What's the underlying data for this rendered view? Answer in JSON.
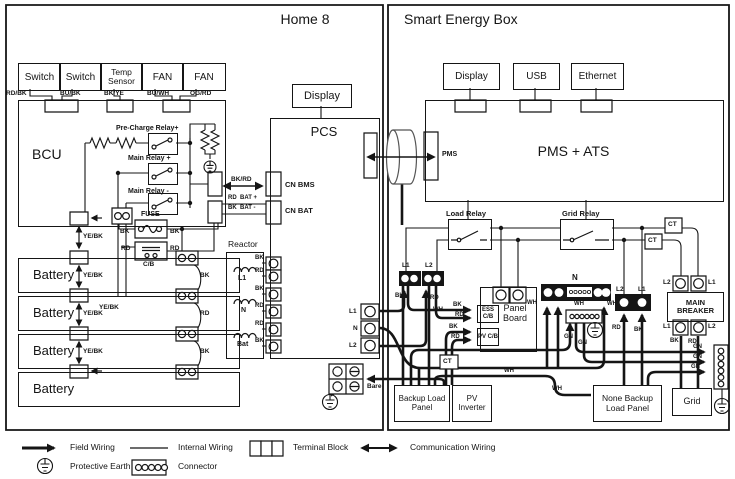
{
  "home": {
    "title": "Home 8",
    "devices": [
      {
        "label": "Switch",
        "wire": "RD/BK"
      },
      {
        "label": "Switch",
        "wire": "BU/BK"
      },
      {
        "label": "Temp Sensor",
        "wire": "BK/YE"
      },
      {
        "label": "FAN",
        "wire": "BU/WH"
      },
      {
        "label": "FAN",
        "wire": "OG/RD"
      }
    ],
    "bcu": {
      "label": "BCU",
      "relay1": "Pre-Charge Relay+",
      "relay2": "Main Relay +",
      "relay3": "Main Relay -",
      "fuse": "FUSE",
      "cb": "C/B",
      "bk": "BK",
      "rd": "RD"
    },
    "yebk": "YE/BK",
    "batteries": [
      "Battery",
      "Battery",
      "Battery",
      "Battery"
    ],
    "chain": [
      "BK",
      "RD",
      "BK"
    ],
    "display": "Display",
    "pcs": {
      "label": "PCS",
      "cn_bms": "CN BMS",
      "cn_bat": "CN BAT",
      "comm": "BK/RD",
      "batp": "RD  BAT +",
      "batm": "BK  BAT -",
      "l1": "L1",
      "n": "N",
      "l2": "L2",
      "bare": "Bare"
    },
    "reactor": {
      "label": "Reactor",
      "l1": "L1",
      "n": "N",
      "bat": "Bat",
      "t": [
        "BK",
        "RD",
        "BK",
        "RD",
        "RD",
        "BK"
      ]
    }
  },
  "seb": {
    "title": "Smart Energy Box",
    "ports": [
      "Display",
      "USB",
      "Ethernet"
    ],
    "pms_ats": "PMS + ATS",
    "pms": "PMS",
    "load_relay": "Load Relay",
    "grid_relay": "Grid Relay",
    "ct": "CT",
    "wire": {
      "bk": "BK",
      "rd": "RD",
      "wh": "WH",
      "gn": "GN"
    },
    "l1": "L1",
    "l2": "L2",
    "n": "N",
    "panel_board": {
      "name": "Panel Board",
      "ess": "ESS C/B",
      "pv": "PV C/B"
    },
    "main_breaker": {
      "name": "MAIN BREAKER",
      "tl": "L2",
      "tr": "L1",
      "bl": "L1",
      "br": "L2"
    },
    "panels": {
      "backup": "Backup Load Panel",
      "pv": "PV Inverter",
      "none": "None Backup Load Panel",
      "grid": "Grid"
    }
  },
  "legend": {
    "field": "Field Wiring",
    "internal": "Internal Wiring",
    "terminal": "Terminal Block",
    "comm": "Communication Wiring",
    "earth": "Protective Earth",
    "connector": "Connector"
  },
  "colors": {
    "ink": "#151515",
    "paper": "#ffffff"
  }
}
